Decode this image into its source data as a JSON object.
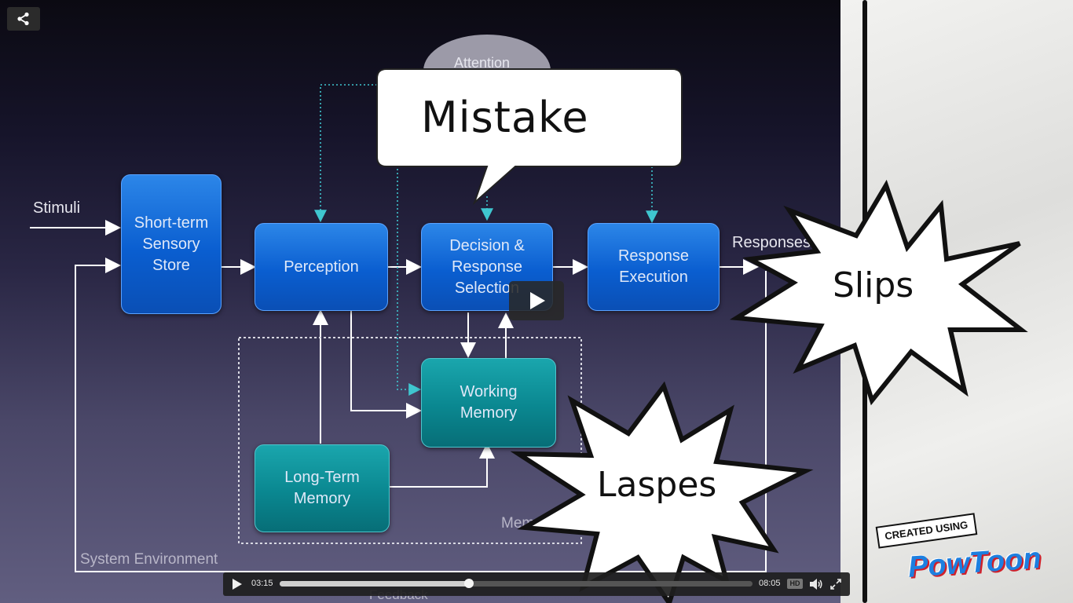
{
  "slide": {
    "labels": {
      "stimuli": "Stimuli",
      "responses": "Responses",
      "system_environment": "System Environment",
      "memory": "Memory",
      "feedback": "Feedback",
      "attention": "Attention"
    },
    "boxes": {
      "sensory_store": "Short-term\nSensory\nStore",
      "perception": "Perception",
      "decision": "Decision &\nResponse\nSelection",
      "response_execution": "Response\nExecution",
      "working_memory": "Working\nMemory",
      "long_term_memory": "Long-Term\nMemory"
    }
  },
  "overlays": {
    "callout_text": "Mistake",
    "slips_text": "Slips",
    "lapses_text": "Laspes"
  },
  "branding": {
    "created_using": "CREATED USING",
    "logo_text": "PowToon"
  },
  "player": {
    "current_time": "03:15",
    "duration": "08:05",
    "progress": 0.4,
    "hd_label": "HD",
    "icons": {
      "share": "share-icon",
      "play": "play-icon",
      "volume": "volume-icon",
      "fullscreen": "fullscreen-icon"
    }
  },
  "colors": {
    "box_blue": "#0a5ed0",
    "box_teal": "#0a8790",
    "dotted_cyan": "#3fc6cf",
    "paper": "#e8e8e6"
  }
}
